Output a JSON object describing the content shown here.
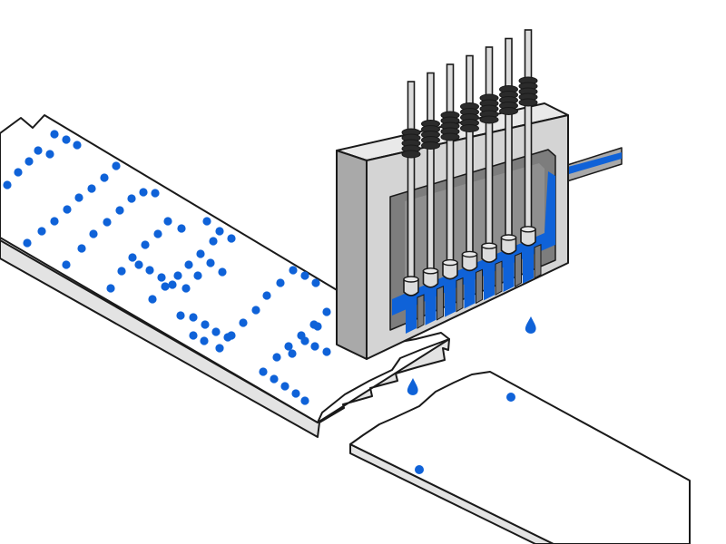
{
  "colors": {
    "ink": "#0f62d8",
    "outline": "#1a1a1a",
    "paper": "#ffffff",
    "paper_edge": "#e3e3e3",
    "head_front": "#d4d4d4",
    "head_side": "#a9a9a9",
    "head_top": "#e9e9e9",
    "chamber": "#7d7d7d",
    "chamber_inner": "#8f8f8f",
    "needle": "#dcdcdc",
    "coil": "#2b2b2b"
  },
  "icons": {
    "printhead": "inkjet-printhead-icon",
    "droplet": "ink-droplet-icon",
    "paper": "torn-paper-icon"
  },
  "diagram": {
    "nozzle_count": 7,
    "printed_dot_count": 79,
    "falling_droplet_count": 2
  }
}
